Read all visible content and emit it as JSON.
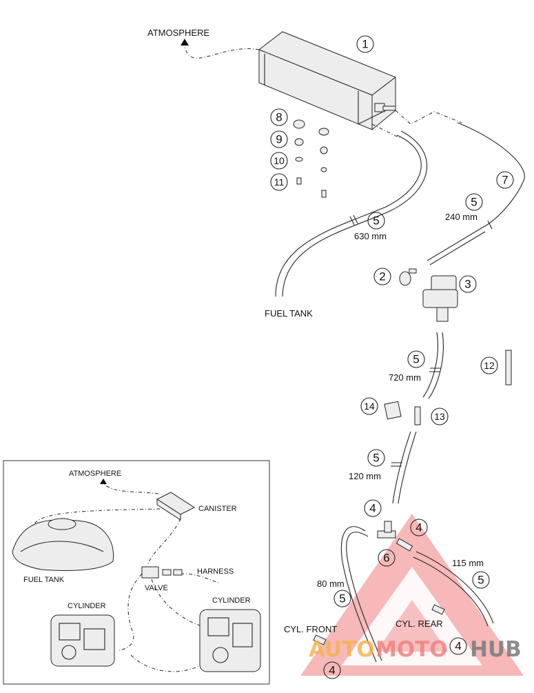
{
  "labels": {
    "atmosphere": "ATMOSPHERE",
    "fuel_tank": "FUEL TANK",
    "cyl_front": "CYL. FRONT",
    "cyl_rear": "CYL. REAR"
  },
  "lengths": {
    "hose_630": "630 mm",
    "hose_240": "240 mm",
    "hose_720": "720 mm",
    "hose_120": "120 mm",
    "hose_115": "115 mm",
    "hose_80": "80 mm"
  },
  "callouts": [
    "1",
    "2",
    "3",
    "4",
    "5",
    "6",
    "7",
    "8",
    "9",
    "10",
    "11",
    "12",
    "13",
    "14"
  ],
  "inset": {
    "atmosphere": "ATMOSPHERE",
    "canister": "CANISTER",
    "fuel_tank": "FUEL TANK",
    "harness": "HARNESS",
    "valve": "VALVE",
    "cylinder_left": "CYLINDER",
    "cylinder_right": "CYLINDER"
  },
  "watermark": {
    "text_a": "AUTO",
    "text_b": "MOTO",
    "text_c": "HUB",
    "color_a": "#f3b24a",
    "color_b": "#ef7d7d",
    "color_c": "#7a7a7a"
  }
}
